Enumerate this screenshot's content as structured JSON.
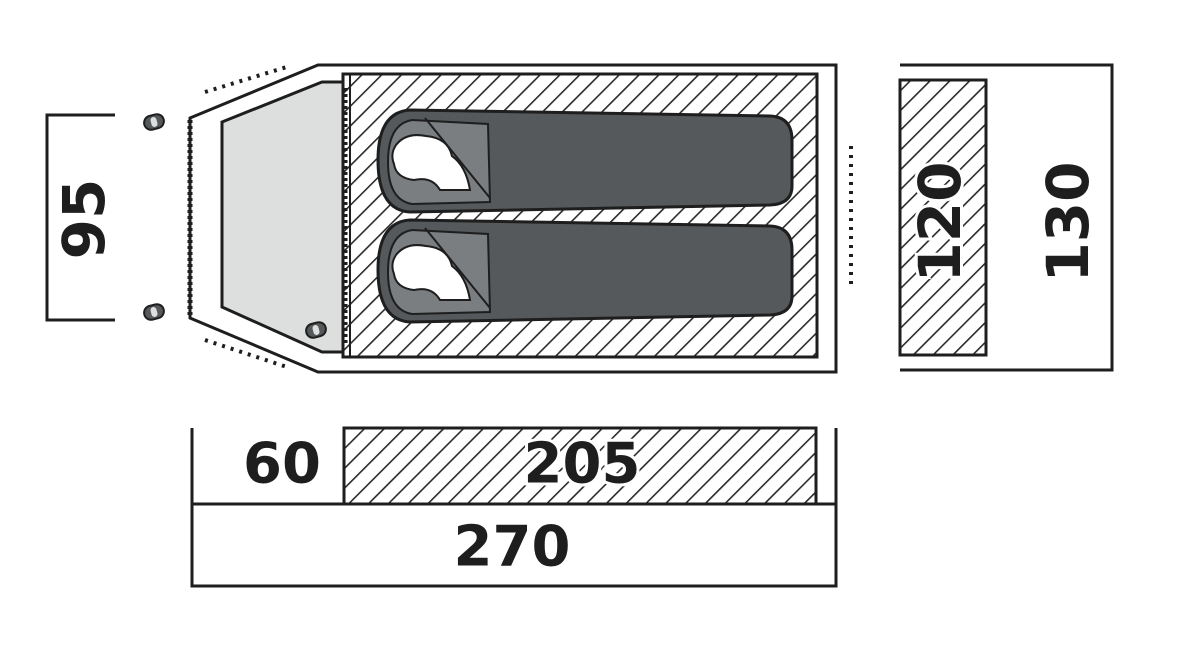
{
  "dimensions": {
    "vestibule_width": "95",
    "inner_width": "120",
    "outer_width": "130",
    "vestibule_length": "60",
    "inner_length": "205",
    "total_length": "270"
  },
  "colors": {
    "stroke": "#1e1e1e",
    "vestibule_floor": "#dcdfdd",
    "sleeping_bag": "#55595b",
    "bag_hood": "#7a7e80",
    "hatch": "#2a2a2a",
    "background": "#ffffff"
  }
}
